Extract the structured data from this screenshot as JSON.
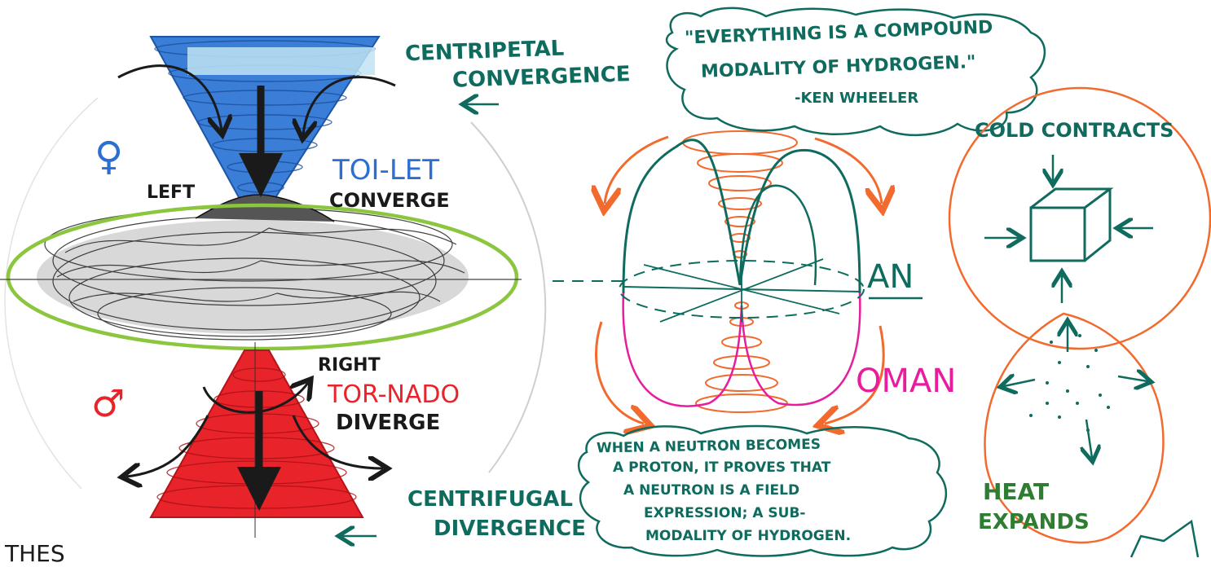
{
  "quote_top": {
    "line1": "\"EVERYTHING IS A COMPOUND",
    "line2": "MODALITY OF HYDROGEN.\"",
    "author": "-KEN WHEELER"
  },
  "quote_bottom": {
    "line1": "WHEN A NEUTRON BECOMES",
    "line2": "A PROTON, IT PROVES THAT",
    "line3": "A NEUTRON IS A FIELD",
    "line4": "EXPRESSION; A SUB-",
    "line5": "MODALITY OF HYDROGEN."
  },
  "left_diagram": {
    "centripetal": [
      "CENTRIPETAL",
      "CONVERGENCE"
    ],
    "centrifugal": [
      "CENTRIFUGAL",
      "DIVERGENCE"
    ],
    "female_symbol": "♀",
    "male_symbol": "♂",
    "left_label": "LEFT",
    "right_label": "RIGHT",
    "toilet": "TOI-LET",
    "converge": "CONVERGE",
    "tornado": "TOR-NADO",
    "diverge": "DIVERGE",
    "bottom_cut": "THES"
  },
  "middle_diagram": {
    "an_label": "AN",
    "oman_label": "OMAN"
  },
  "right_diagram": {
    "cold_contracts": "COLD CONTRACTS",
    "heat_line1": "HEAT",
    "heat_line2": "EXPANDS"
  },
  "colors": {
    "teal": "#0f6b5e",
    "blue": "#2a6fd1",
    "red": "#e8232a",
    "orange": "#f26a2e",
    "magenta": "#e81d9d",
    "green_ring": "#8cc63f",
    "black": "#1a1a1a"
  }
}
